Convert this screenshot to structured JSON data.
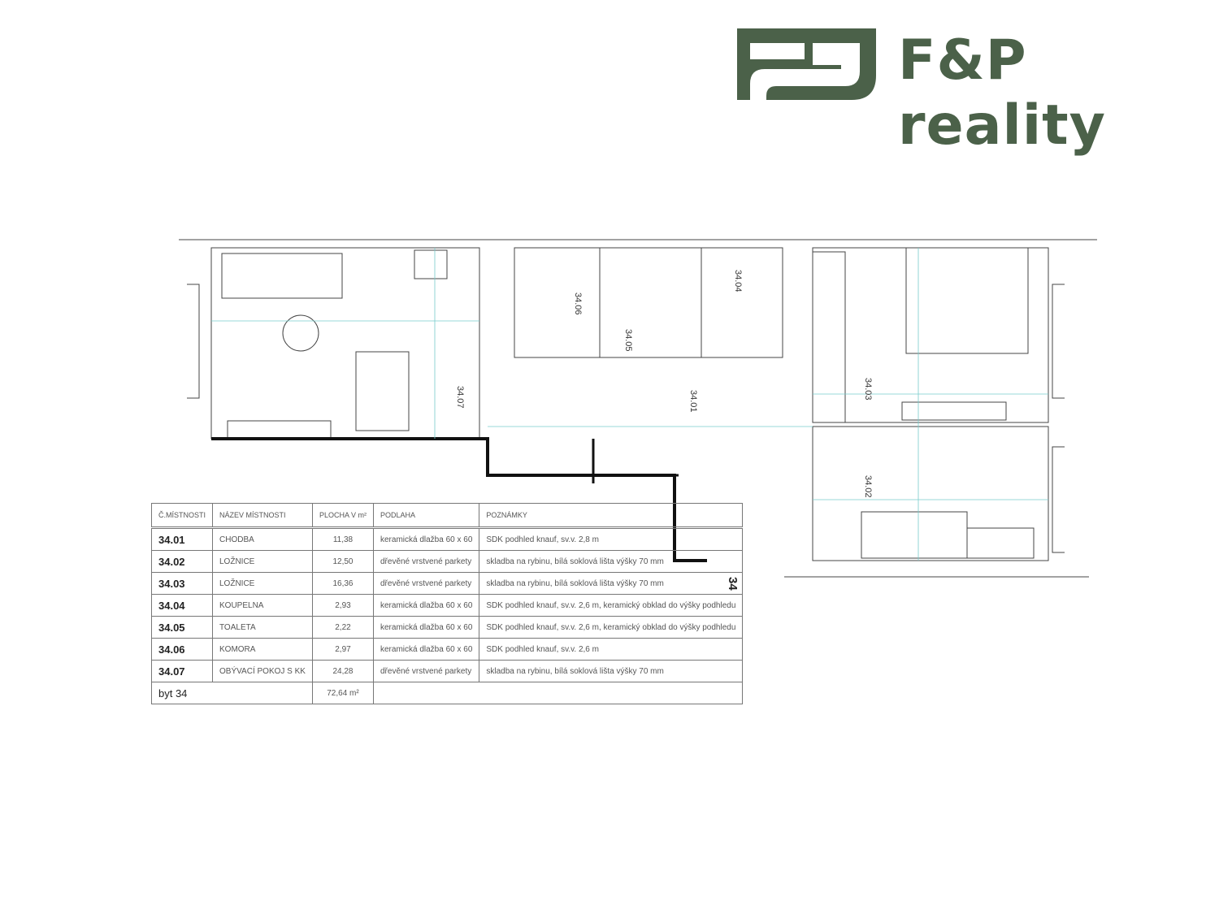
{
  "brand": {
    "name": "F&P reality",
    "color": "#4b6149"
  },
  "plan": {
    "rooms": [
      "34.01",
      "34.02",
      "34.03",
      "34.04",
      "34.05",
      "34.06",
      "34.07"
    ],
    "unit_marker": "34"
  },
  "table": {
    "headers": [
      "Č.MÍSTNOSTI",
      "NÁZEV MÍSTNOSTI",
      "PLOCHA V m²",
      "PODLAHA",
      "POZNÁMKY"
    ],
    "rows": [
      {
        "num": "34.01",
        "name": "CHODBA",
        "area": "11,38",
        "floor": "keramická dlažba 60 x 60",
        "note": "SDK podhled knauf, sv.v. 2,8 m"
      },
      {
        "num": "34.02",
        "name": "LOŽNICE",
        "area": "12,50",
        "floor": "dřevěné vrstvené parkety",
        "note": "skladba na rybinu, bílá soklová lišta výšky 70 mm"
      },
      {
        "num": "34.03",
        "name": "LOŽNICE",
        "area": "16,36",
        "floor": "dřevěné vrstvené parkety",
        "note": "skladba na rybinu, bílá soklová lišta výšky 70 mm"
      },
      {
        "num": "34.04",
        "name": "KOUPELNA",
        "area": "2,93",
        "floor": "keramická dlažba 60 x 60",
        "note": "SDK podhled knauf, sv.v. 2,6 m, keramický obklad do výšky podhledu"
      },
      {
        "num": "34.05",
        "name": "TOALETA",
        "area": "2,22",
        "floor": "keramická dlažba 60 x 60",
        "note": "SDK podhled knauf, sv.v. 2,6 m, keramický obklad do výšky podhledu"
      },
      {
        "num": "34.06",
        "name": "KOMORA",
        "area": "2,97",
        "floor": "keramická dlažba 60 x 60",
        "note": "SDK podhled knauf, sv.v. 2,6 m"
      },
      {
        "num": "34.07",
        "name": "OBÝVACÍ POKOJ S KK",
        "area": "24,28",
        "floor": "dřevěné vrstvené parkety",
        "note": "skladba na rybinu, bílá soklová lišta výšky 70 mm"
      }
    ],
    "total": {
      "label": "byt 34",
      "area": "72,64 m²"
    }
  }
}
